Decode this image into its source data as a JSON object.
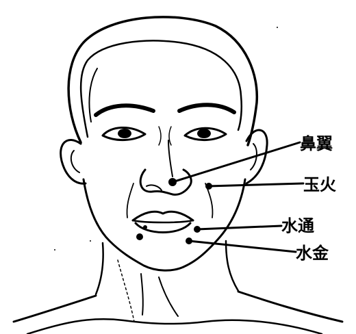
{
  "labels": [
    {
      "id": "bi-yi",
      "text": "鼻翼"
    },
    {
      "id": "yu-huo",
      "text": "玉火"
    },
    {
      "id": "shui-tong",
      "text": "水通"
    },
    {
      "id": "shui-jin",
      "text": "水金"
    }
  ],
  "colors": {
    "ink": "#000000",
    "paper": "#ffffff"
  }
}
